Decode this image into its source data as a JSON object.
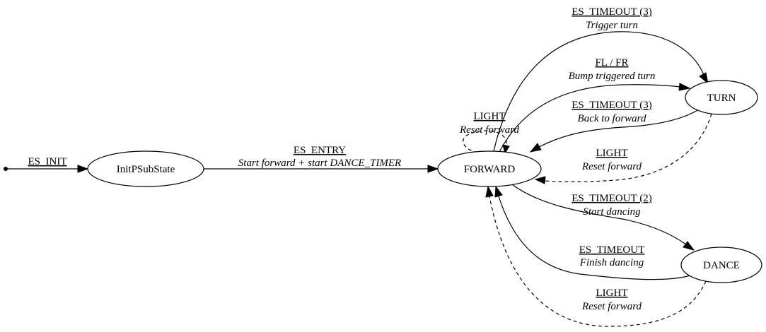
{
  "nodes": {
    "init": "InitPSubState",
    "forward": "FORWARD",
    "turn": "TURN",
    "dance": "DANCE"
  },
  "edges": {
    "start": {
      "event": "ES_INIT"
    },
    "init_forward": {
      "event": "ES_ENTRY",
      "action": "Start forward + start DANCE_TIMER"
    },
    "forward_self": {
      "event": "LIGHT",
      "action": "Reset forward"
    },
    "forward_turn_timeout": {
      "event": "ES_TIMEOUT (3)",
      "action": "Trigger turn"
    },
    "forward_turn_bump": {
      "event": "FL / FR",
      "action": "Bump triggered turn"
    },
    "turn_forward_timeout": {
      "event": "ES_TIMEOUT (3)",
      "action": "Back to forward"
    },
    "turn_forward_light": {
      "event": "LIGHT",
      "action": "Reset forward"
    },
    "forward_dance": {
      "event": "ES_TIMEOUT (2)",
      "action": "Start dancing"
    },
    "dance_forward_timeout": {
      "event": "ES_TIMEOUT",
      "action": "Finish dancing"
    },
    "dance_forward_light": {
      "event": "LIGHT",
      "action": "Reset forward"
    }
  }
}
